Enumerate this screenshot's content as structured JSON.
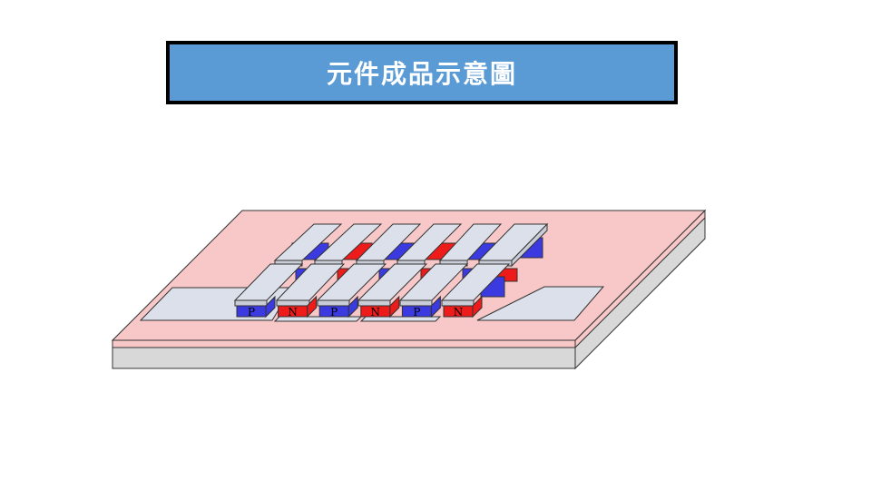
{
  "title": "元件成品示意圖",
  "colors": {
    "title_bg": "#5b9bd5",
    "substrate_top": "#f8c8c8",
    "substrate_side": "#d8d8d8",
    "metal": "#dce0ea",
    "p_type": "#3a3ae0",
    "n_type": "#ee1b1b"
  },
  "legs": [
    {
      "type": "P"
    },
    {
      "type": "N"
    },
    {
      "type": "P"
    },
    {
      "type": "N"
    },
    {
      "type": "P"
    },
    {
      "type": "N"
    }
  ]
}
